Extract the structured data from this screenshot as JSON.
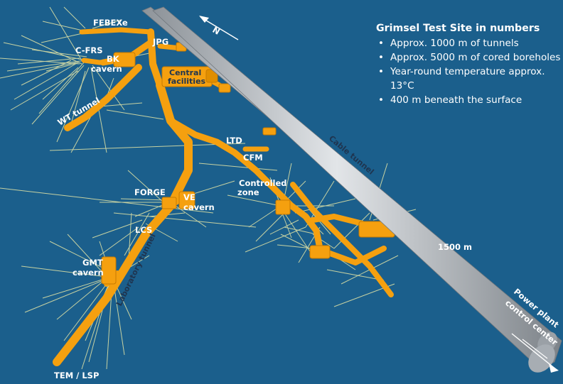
{
  "info_box": {
    "title": "Grimsel Test Site in numbers",
    "items": [
      "Approx. 1000 m of tunnels",
      "Approx. 5000 m of cored boreholes",
      "Year-round temperature approx. 13°C",
      "400 m beneath the surface"
    ]
  },
  "labels": {
    "febexe": "FEBEXe",
    "jpg": "JPG",
    "cfrs": "C-FRS",
    "bk_line1": "BK",
    "bk_line2": "cavern",
    "central_line1": "Central",
    "central_line2": "facilities",
    "wt_tunnel": "WT tunnel",
    "ltd": "LTD",
    "cfm": "CFM",
    "controlled_line1": "Controlled",
    "controlled_line2": "zone",
    "forge": "FORGE",
    "ve_line1": "VE",
    "ve_line2": "cavern",
    "lcs": "LCS",
    "gmt_line1": "GMT",
    "gmt_line2": "cavern",
    "laboratory_tunnel": "Laboratory tunnel",
    "tem_lsp": "TEM / LSP",
    "cable_tunnel": "Cable tunnel",
    "distance_marker": "1500 m",
    "power_plant_line1": "Power plant",
    "power_plant_line2": "control center",
    "north_symbol": "N"
  },
  "colors": {
    "background": "#1b5f8c",
    "tunnel_orange": "#f5a00f",
    "borehole": "#e4e6a6",
    "tube_grey": "#c4c8cc"
  }
}
